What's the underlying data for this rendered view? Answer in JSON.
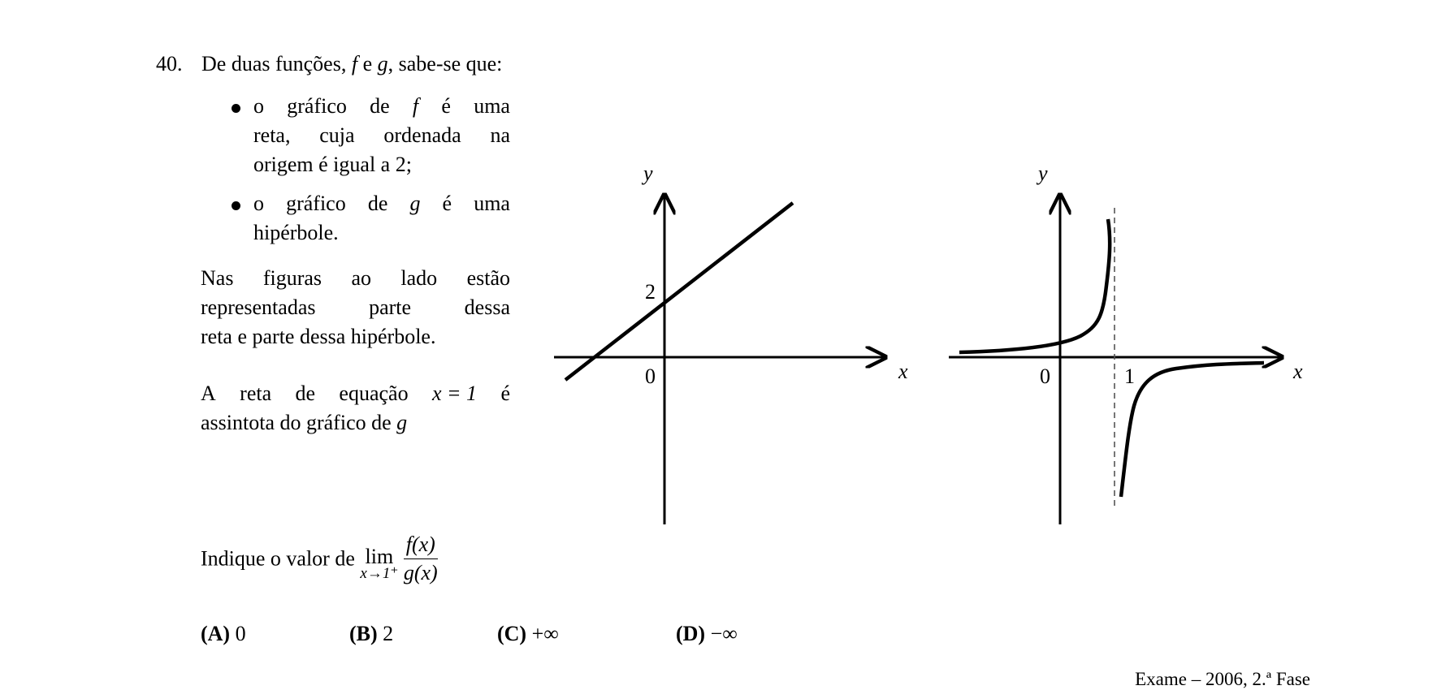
{
  "question": {
    "number": "40.",
    "intro_prefix": "De duas funções,",
    "f": "f",
    "e": "e",
    "g": "g",
    "intro_suffix": ", sabe-se que:",
    "bullet1": {
      "line1": [
        "o",
        "gráfico",
        "de",
        "f",
        "é",
        "uma"
      ],
      "line2": [
        "reta,",
        "cuja",
        "ordenada",
        "na"
      ],
      "line3": "origem é igual a 2;"
    },
    "bullet2": {
      "line1": [
        "o",
        "gráfico",
        "de",
        "g",
        "é",
        "uma"
      ],
      "line2": "hipérbole."
    },
    "para1": {
      "line1": [
        "Nas",
        "figuras",
        "ao",
        "lado",
        "estão"
      ],
      "line2": [
        "representadas",
        "parte",
        "dessa"
      ],
      "line3": "reta e parte dessa hipérbole."
    },
    "para2": {
      "line1": [
        "A",
        "reta",
        "de",
        "equação",
        "x = 1",
        "é"
      ],
      "line2_prefix": "assintota do gráfico de",
      "line2_var": "g"
    },
    "prompt": "Indique o valor de",
    "lim_word": "lim",
    "lim_sub": "x→1⁺",
    "frac_num": "f(x)",
    "frac_den": "g(x)"
  },
  "options": [
    {
      "letter": "(A)",
      "value": "0"
    },
    {
      "letter": "(B)",
      "value": "2"
    },
    {
      "letter": "(C)",
      "value": "+∞"
    },
    {
      "letter": "(D)",
      "value": "−∞"
    }
  ],
  "graph_f": {
    "y_label": "y",
    "x_label": "x",
    "origin_label": "0",
    "y_tick_label": "2"
  },
  "graph_g": {
    "y_label": "y",
    "x_label": "x",
    "origin_label": "0",
    "x_tick_label": "1"
  },
  "footer": "Exame – 2006, 2.ª Fase"
}
